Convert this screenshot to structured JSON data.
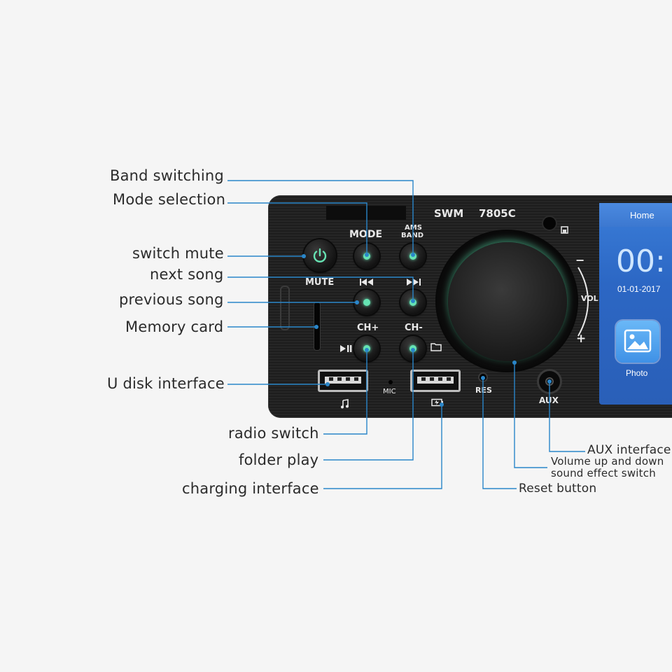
{
  "device": {
    "brand": "SWM",
    "model": "7805C",
    "mute_label": "MUTE",
    "mode_label": "MODE",
    "ams_label": "AMS",
    "band_label": "BAND",
    "ch_plus_label": "CH+",
    "ch_minus_label": "CH-",
    "mic_label": "MIC",
    "res_label": "RES",
    "aux_label": "AUX",
    "vol_label": "VOL",
    "vol_minus": "−",
    "vol_plus": "+",
    "accent_color": "#66e3b3",
    "led_icon": "power-icon",
    "prev_icon": "previous-track-icon",
    "next_icon": "next-track-icon",
    "play_pause_icon": "play-pause-icon",
    "folder_icon": "folder-icon",
    "music_icon": "music-note-icon",
    "charge_icon": "battery-charge-icon"
  },
  "screen": {
    "header": "Home",
    "clock": "00:",
    "date": "01-01-2017",
    "tile_label": "Photo"
  },
  "callouts": {
    "band_switching": "Band switching",
    "mode_selection": "Mode selection",
    "switch_mute": "switch mute",
    "next_song": "next song",
    "previous_song": "previous song",
    "memory_card": "Memory card",
    "u_disk": "U disk interface",
    "radio_switch": "radio switch",
    "folder_play": "folder play",
    "charging": "charging interface",
    "aux_interface": "AUX interface",
    "volume_line1": "Volume up and down",
    "volume_line2": "sound effect switch",
    "reset_button": "Reset button"
  }
}
